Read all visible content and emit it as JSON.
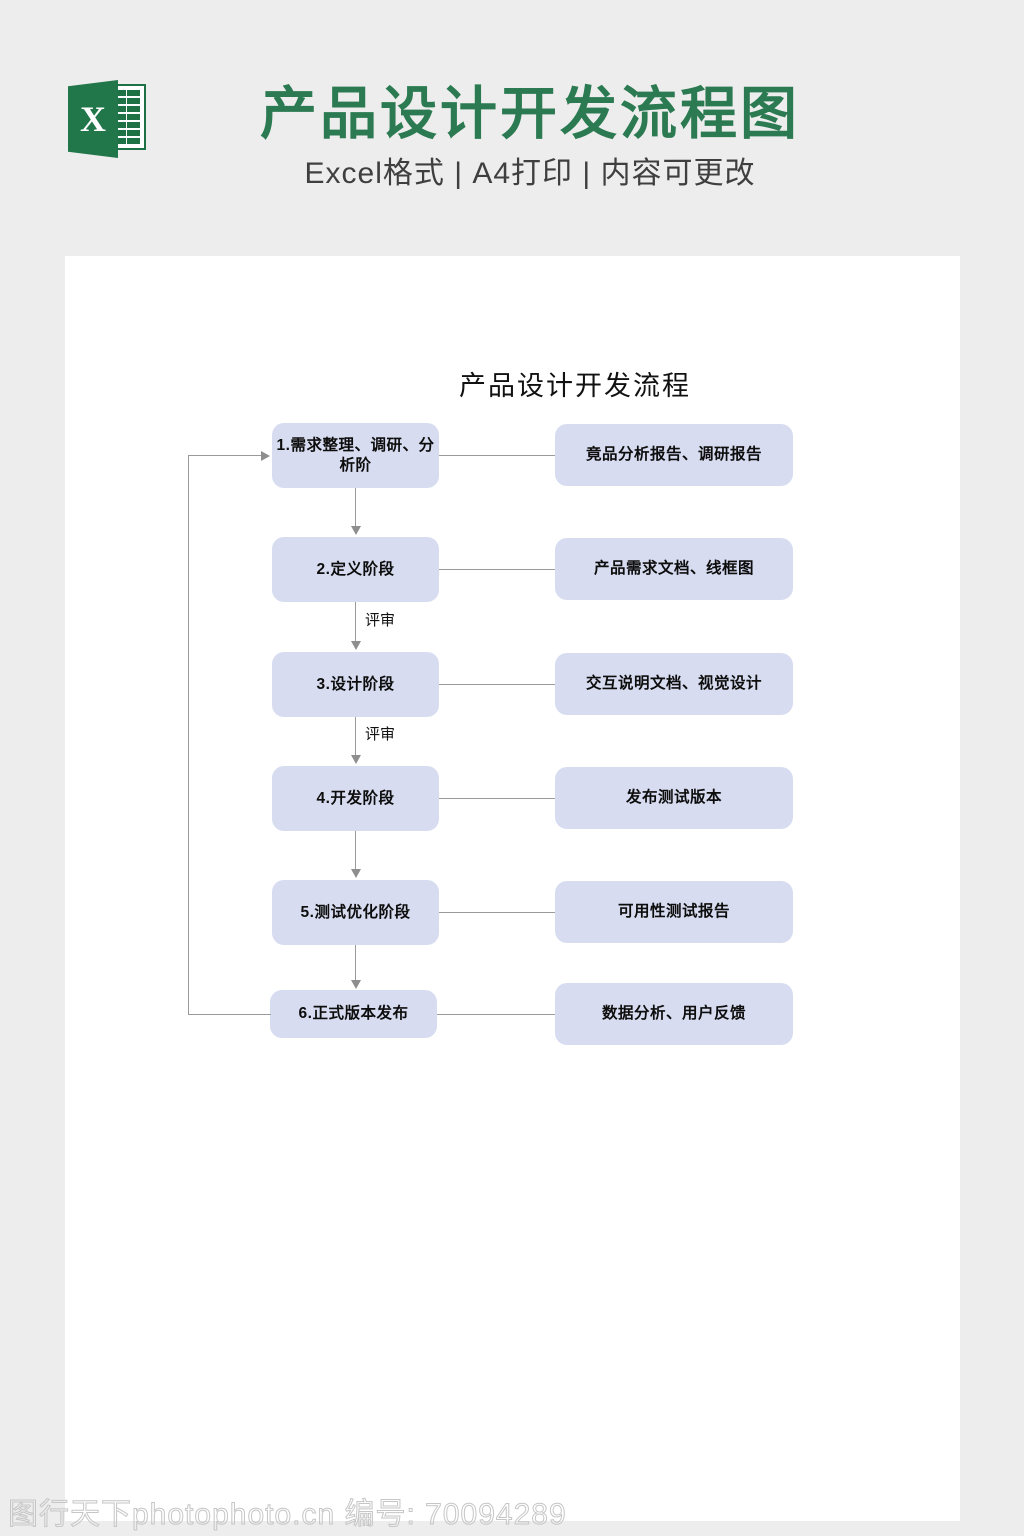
{
  "header": {
    "logo_icon": "excel-file-icon",
    "logo_letter": "X",
    "title": "产品设计开发流程图",
    "subtitle": "Excel格式 | A4打印 | 内容可更改",
    "title_color": "#2b7a52",
    "background_color": "#ededed"
  },
  "page": {
    "background_color": "#ffffff"
  },
  "flowchart": {
    "title": "产品设计开发流程",
    "node_fill_color": "#d7dcf0",
    "connector_color": "#9a9a9a",
    "stages": [
      {
        "label": "1.需求整理、调研、分析阶",
        "output": "竟品分析报告、调研报告",
        "edge_label": ""
      },
      {
        "label": "2.定义阶段",
        "output": "产品需求文档、线框图",
        "edge_label": "评审"
      },
      {
        "label": "3.设计阶段",
        "output": "交互说明文档、视觉设计",
        "edge_label": "评审"
      },
      {
        "label": "4.开发阶段",
        "output": "发布测试版本",
        "edge_label": ""
      },
      {
        "label": "5.测试优化阶段",
        "output": "可用性测试报告",
        "edge_label": ""
      },
      {
        "label": "6.正式版本发布",
        "output": "数据分析、用户反馈",
        "edge_label": ""
      }
    ],
    "feedback_loop": {
      "from_stage_index": 5,
      "to_stage_index": 0,
      "label": ""
    }
  },
  "watermark": {
    "text": "图行天下photophoto.cn 编号: 70094289"
  }
}
